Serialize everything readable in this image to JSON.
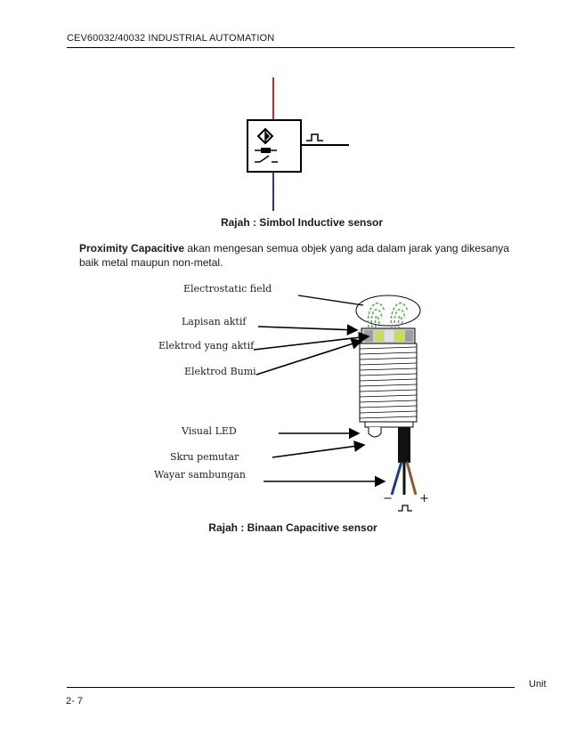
{
  "header": {
    "title": "CEV60032/40032 INDUSTRIAL AUTOMATION"
  },
  "figure1": {
    "caption": "Rajah : Simbol Inductive sensor"
  },
  "paragraph": {
    "bold": "Proximity Capacitive",
    "text": " akan mengesan semua objek yang ada dalam jarak yang dikesanya baik metal maupun non-metal."
  },
  "figure2": {
    "labels": {
      "field": "Electrostatic field",
      "active_layer": "Lapisan aktif",
      "active_electrode": "Elektrod yang aktif",
      "earth_electrode": "Elektrod Bumi",
      "led": "Visual LED",
      "screw": "Skru pemutar",
      "wire": "Wayar sambungan"
    },
    "minus": "−",
    "plus": "+",
    "caption": "Rajah : Binaan Capacitive sensor"
  },
  "footer": {
    "unit": "Unit",
    "page": "2- 7"
  }
}
